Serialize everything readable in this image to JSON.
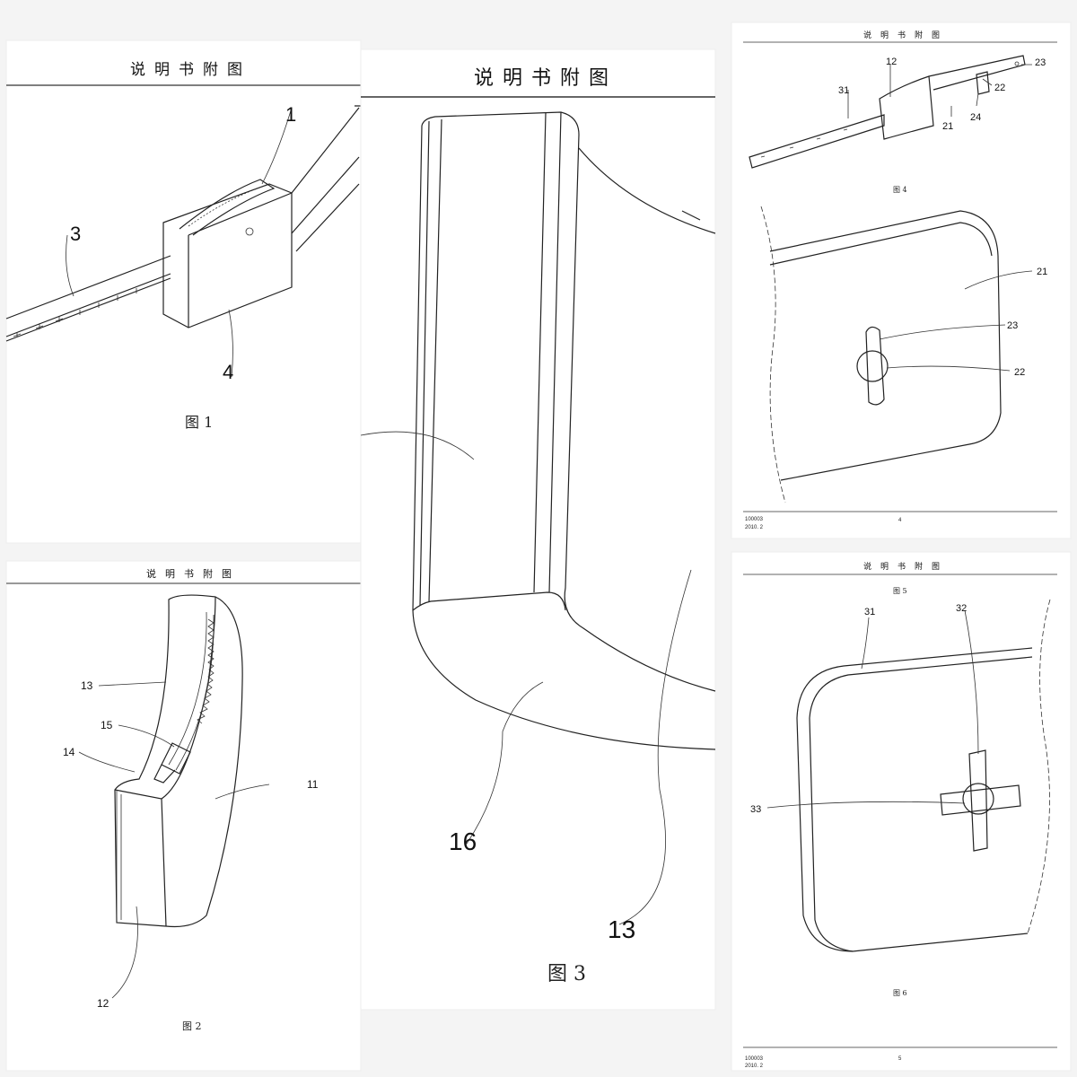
{
  "sheet_title": "说明书附图",
  "figures": {
    "fig1": {
      "caption": "图 1",
      "labels": [
        "1",
        "3",
        "4"
      ]
    },
    "fig2": {
      "caption": "图 2",
      "labels": [
        "13",
        "15",
        "14",
        "11",
        "12"
      ]
    },
    "fig3": {
      "caption": "图 3",
      "labels": [
        "16",
        "13"
      ]
    },
    "fig4": {
      "caption": "图 4",
      "labels": [
        "12",
        "23",
        "31",
        "22",
        "21",
        "24"
      ]
    },
    "fig5": {
      "caption": "图 5",
      "labels": [
        "21",
        "23",
        "22"
      ]
    },
    "fig6": {
      "caption": "图 6",
      "labels": [
        "31",
        "32",
        "33"
      ]
    }
  },
  "footers": [
    {
      "code": "100003",
      "date": "2010. 2",
      "page": "4"
    },
    {
      "code": "100003",
      "date": "2010. 2",
      "page": "5"
    }
  ]
}
